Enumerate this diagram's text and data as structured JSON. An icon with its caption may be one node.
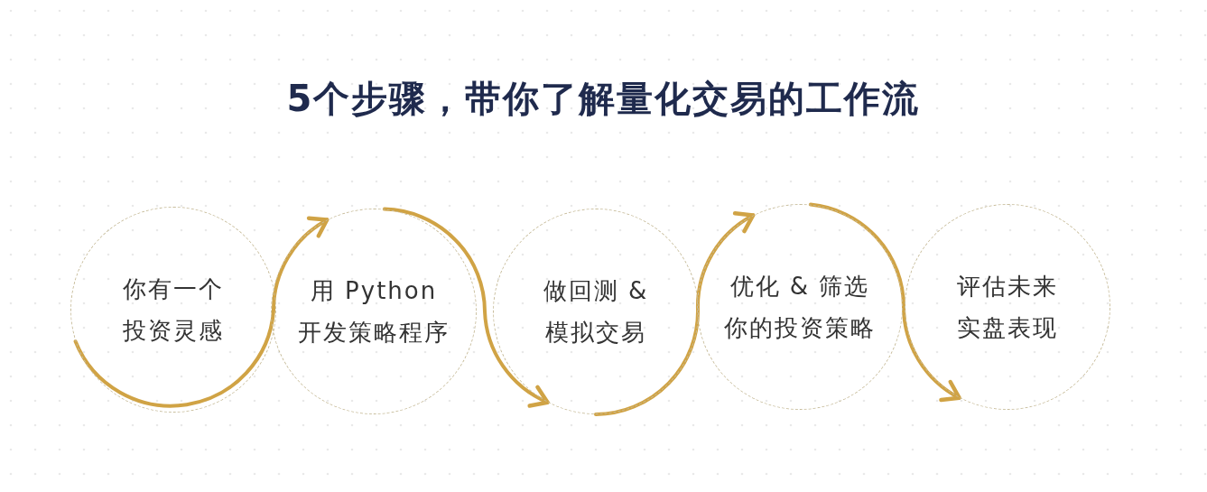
{
  "diagram": {
    "title": "5个步骤，带你了解量化交易的工作流",
    "nodes": [
      {
        "text": [
          "你有一个投资灵感"
        ]
      },
      {
        "text": [
          "用 Python 开发策略程序"
        ]
      },
      {
        "text": [
          "做回测 & 模拟交易"
        ]
      },
      {
        "text": [
          "优化 & 筛选你的投资策略"
        ]
      },
      {
        "text": [
          "评估未来实盘表现"
        ]
      }
    ],
    "edges": [
      {
        "from": 0,
        "to": 1,
        "arrow": "to"
      },
      {
        "from": 1,
        "to": 2,
        "arrow": "to"
      },
      {
        "from": 2,
        "to": 3,
        "arrow": "to"
      },
      {
        "from": 3,
        "to": 4,
        "arrow": "to"
      }
    ]
  }
}
